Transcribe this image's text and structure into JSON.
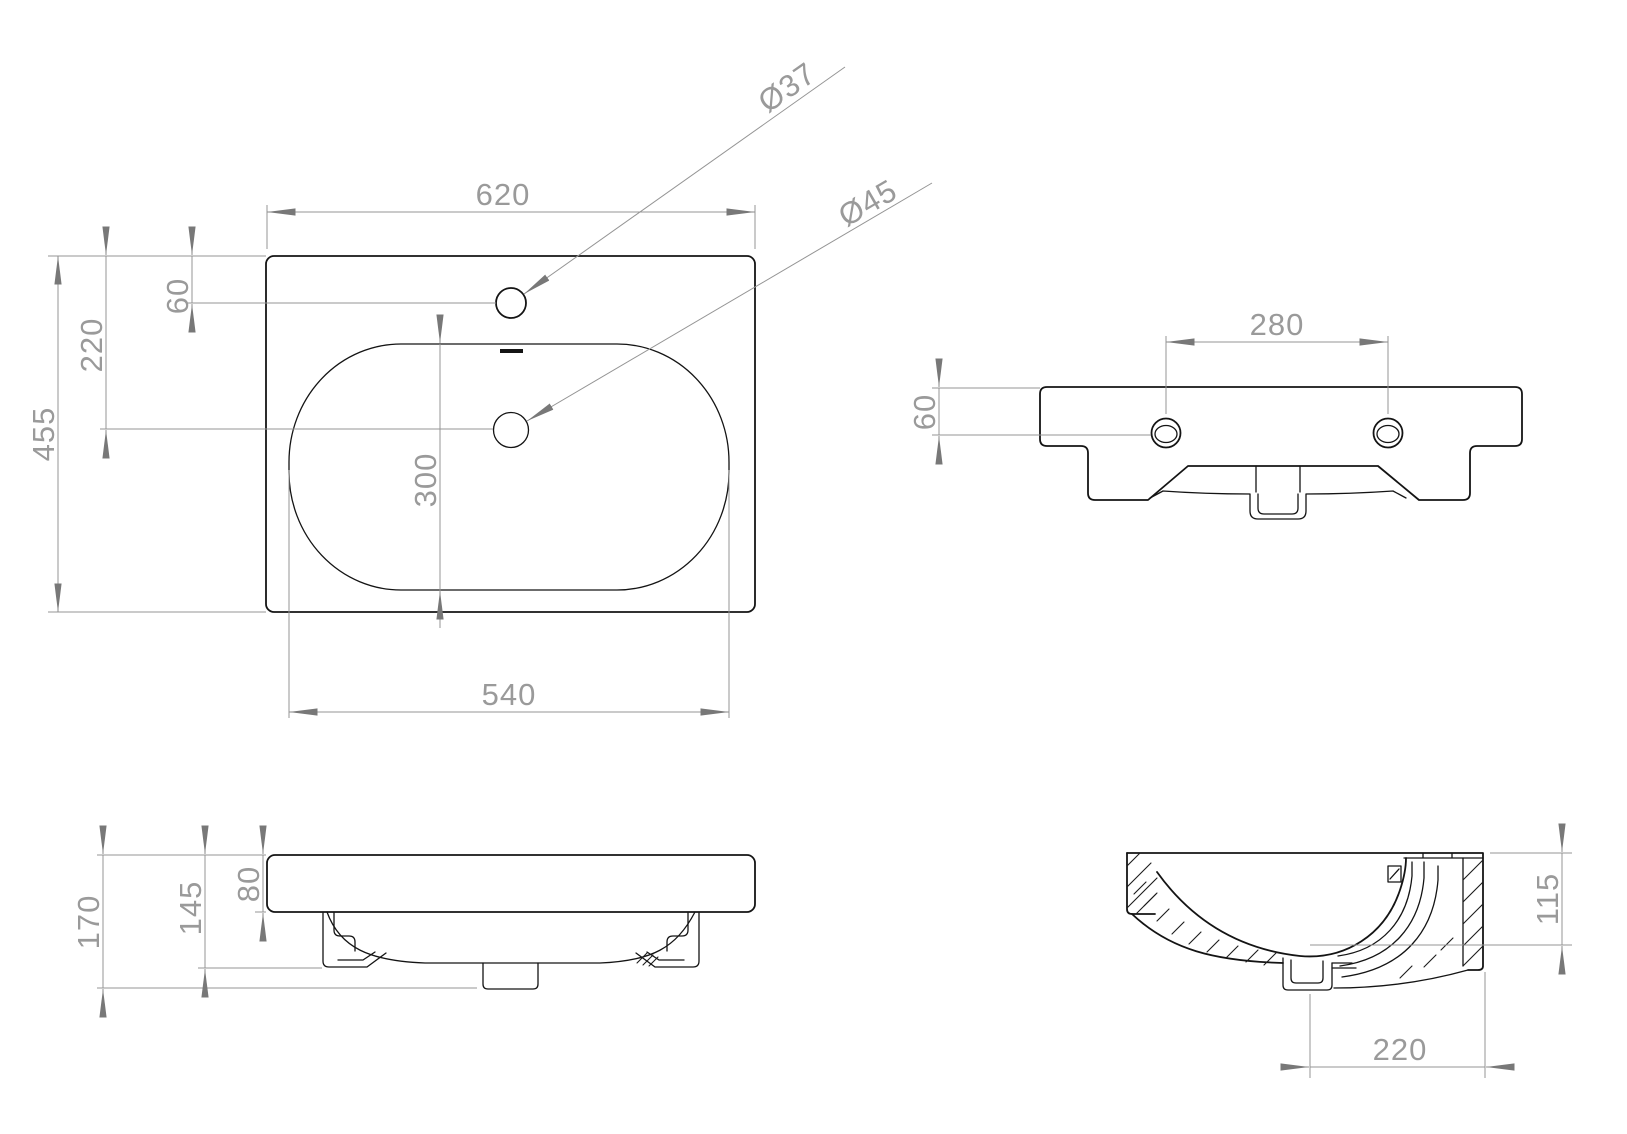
{
  "drawing": {
    "type": "washbasin-orthographic-technical-drawing",
    "units_implied": "mm",
    "line_color": "#141414",
    "dimension_color": "#9a9a9a"
  },
  "dimensions": {
    "plan": {
      "overall_width": "620",
      "overall_depth": "455",
      "faucet_hole_offset": "60",
      "drain_hole_offset": "220",
      "bowl_depth": "300",
      "bowl_width": "540",
      "faucet_hole_diameter": "Ø37",
      "drain_hole_diameter": "Ø45"
    },
    "rear": {
      "mount_hole_spacing": "280",
      "mount_hole_offset": "60"
    },
    "front": {
      "overall_height": "170",
      "height_to_mount": "145",
      "rim_height": "80"
    },
    "side": {
      "back_height": "115",
      "drain_center_to_back": "220"
    }
  }
}
